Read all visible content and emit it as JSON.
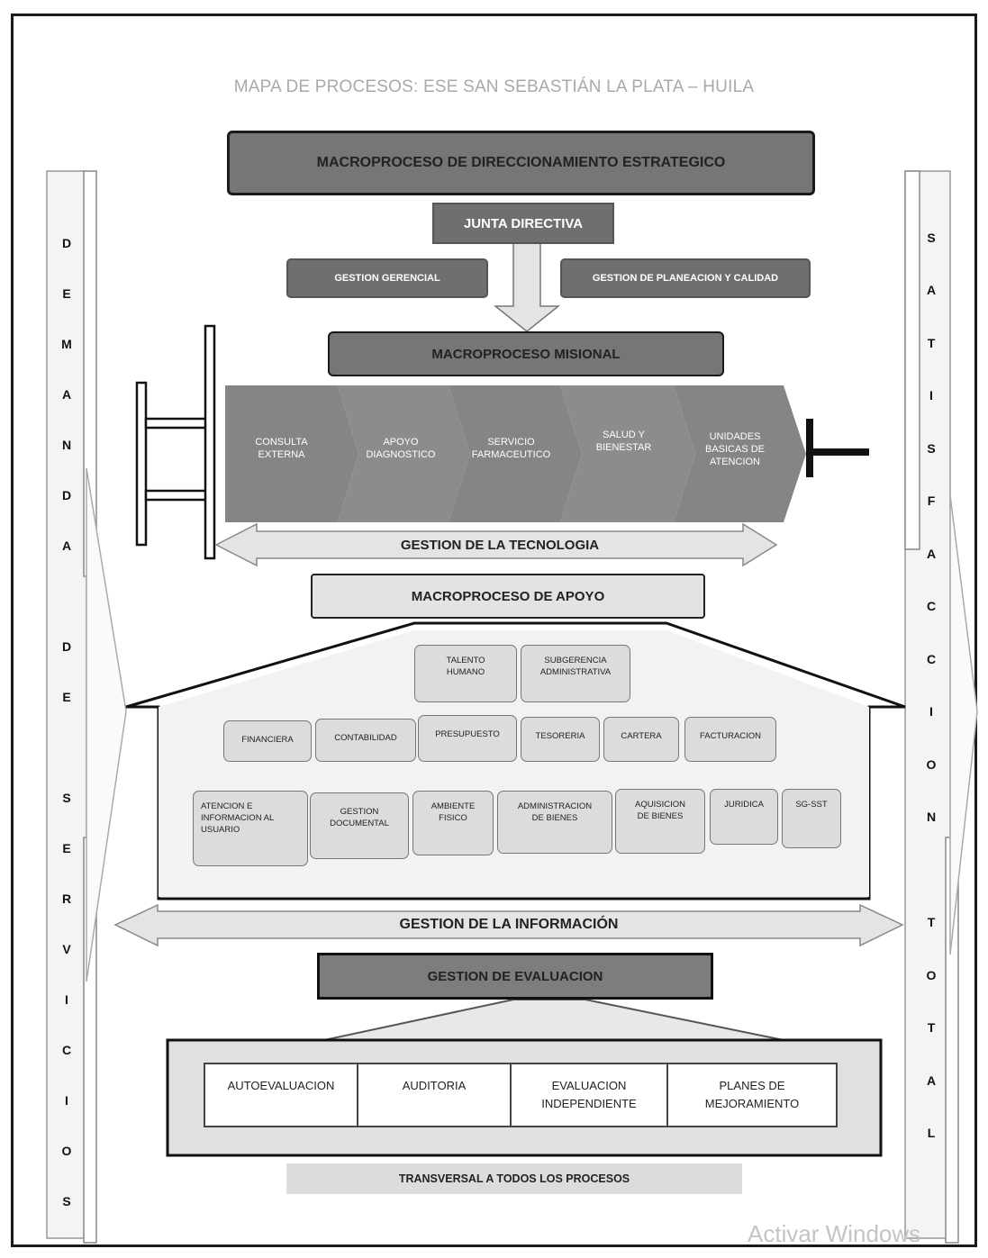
{
  "title": "MAPA DE PROCESOS: ESE SAN SEBASTIÁN LA PLATA – HUILA",
  "left_vertical": [
    "D",
    "E",
    "M",
    "A",
    "N",
    "D",
    "A",
    "",
    "D",
    "E",
    "",
    "S",
    "E",
    "R",
    "V",
    "I",
    "C",
    "I",
    "O",
    "S"
  ],
  "right_vertical": [
    "S",
    "A",
    "T",
    "I",
    "S",
    "F",
    "A",
    "C",
    "C",
    "I",
    "O",
    "N",
    "",
    "T",
    "O",
    "T",
    "A",
    "L"
  ],
  "direccionamiento": {
    "title": "MACROPROCESO DE DIRECCIONAMIENTO ESTRATEGICO",
    "junta": "JUNTA DIRECTIVA",
    "gerencial": "GESTION GERENCIAL",
    "planeacion": "GESTION DE PLANEACION Y CALIDAD"
  },
  "misional": {
    "title": "MACROPROCESO MISIONAL",
    "chevrons": [
      {
        "line1": "CONSULTA",
        "line2": "EXTERNA",
        "line3": ""
      },
      {
        "line1": "APOYO",
        "line2": "DIAGNOSTICO",
        "line3": ""
      },
      {
        "line1": "SERVICIO",
        "line2": "FARMACEUTICO",
        "line3": ""
      },
      {
        "line1": "SALUD Y",
        "line2": "BIENESTAR",
        "line3": ""
      },
      {
        "line1": "UNIDADES",
        "line2": "BASICAS DE",
        "line3": "ATENCION"
      }
    ],
    "tecnologia": "GESTION DE LA TECNOLOGIA"
  },
  "apoyo": {
    "title": "MACROPROCESO DE APOYO",
    "row1": [
      {
        "line1": "TALENTO",
        "line2": "HUMANO",
        "line3": ""
      },
      {
        "line1": "SUBGERENCIA",
        "line2": "ADMINISTRATIVA",
        "line3": ""
      }
    ],
    "row2": [
      "FINANCIERA",
      "CONTABILIDAD",
      "PRESUPUESTO",
      "TESORERIA",
      "CARTERA",
      "FACTURACION"
    ],
    "row3": [
      {
        "line1": "ATENCION   E",
        "line2": "INFORMACION AL",
        "line3": "USUARIO"
      },
      {
        "line1": "GESTION",
        "line2": "DOCUMENTAL",
        "line3": ""
      },
      {
        "line1": "AMBIENTE",
        "line2": "FISICO",
        "line3": ""
      },
      {
        "line1": "ADMINISTRACION",
        "line2": "DE BIENES",
        "line3": ""
      },
      {
        "line1": "AQUISICION",
        "line2": "DE BIENES",
        "line3": ""
      },
      {
        "line1": "JURIDICA",
        "line2": "",
        "line3": ""
      },
      {
        "line1": "SG-SST",
        "line2": "",
        "line3": ""
      }
    ],
    "informacion": "GESTION DE LA INFORMACIÓN"
  },
  "evaluacion": {
    "title": "GESTION DE EVALUACION",
    "cells": [
      {
        "line1": "AUTOEVALUACION",
        "line2": ""
      },
      {
        "line1": "AUDITORIA",
        "line2": ""
      },
      {
        "line1": "EVALUACION",
        "line2": "INDEPENDIENTE"
      },
      {
        "line1": "PLANES DE",
        "line2": "MEJORAMIENTO"
      }
    ],
    "transversal": "TRANSVERSAL A TODOS LOS PROCESOS"
  },
  "watermark": "Activar Windows",
  "colors": {
    "dark": "#6f6f6f",
    "mid": "#8a8a8a",
    "light": "#e3e3e3"
  }
}
